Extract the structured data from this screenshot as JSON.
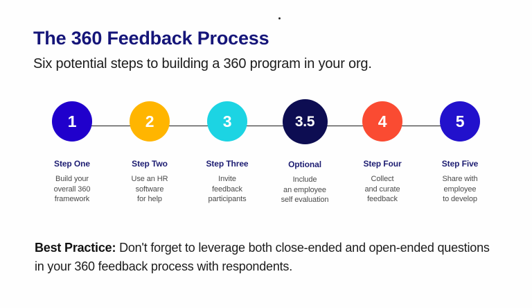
{
  "slide": {
    "background_color": "#fefefe",
    "title": "The 360 Feedback Process",
    "title_color": "#151579",
    "subtitle": "Six potential steps to building a 360 program in your org."
  },
  "timeline": {
    "connector_color": "#1a1a1a",
    "steps": [
      {
        "badge": "1",
        "label": "Step One",
        "description": "Build your\noverall 360\nframework",
        "color": "#2000CC"
      },
      {
        "badge": "2",
        "label": "Step Two",
        "description": "Use an HR\nsoftware\nfor help",
        "color": "#FFB500"
      },
      {
        "badge": "3",
        "label": "Step Three",
        "description": "Invite\nfeedback\nparticipants",
        "color": "#1CD4E3"
      },
      {
        "badge": "3.5",
        "label": "Optional",
        "description": "Include\nan employee\nself evaluation",
        "color": "#0D0D52"
      },
      {
        "badge": "4",
        "label": "Step Four",
        "description": "Collect\nand curate\nfeedback",
        "color": "#FA4B32"
      },
      {
        "badge": "5",
        "label": "Step Five",
        "description": "Share with\nemployee\nto develop",
        "color": "#2211CC"
      }
    ]
  },
  "footer": {
    "lead": "Best Practice:",
    "body": " Don't forget to leverage both close-ended and open-ended questions in your 360 feedback process with respondents."
  }
}
